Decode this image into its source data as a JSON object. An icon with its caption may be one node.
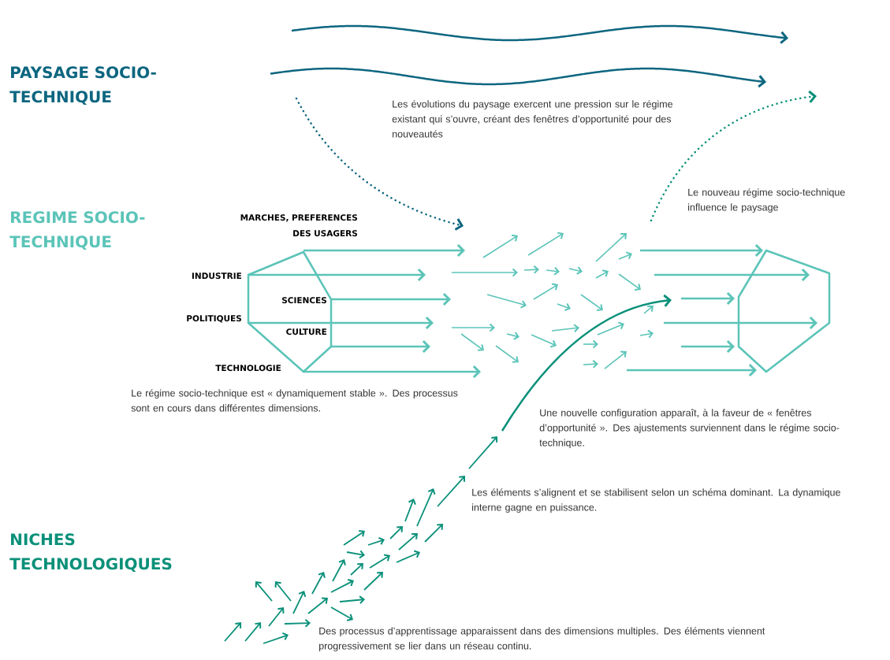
{
  "diagram": {
    "labels": [
      "PAYSAGE SOCIO-TECHNIQUE",
      "Les évolutions du paysage exercent une pression sur le régime existant qui s’ouvre, créant des fenêtres d’opportunité pour des nouveautés",
      "REGIME SOCIO-TECHNIQUE",
      "Le nouveau régime socio-technique influence le paysage",
      "MARCHES, PREFERENCES DES USAGERS",
      "INDUSTRIE",
      "SCIENCES",
      "POLITIQUES",
      "CULTURE",
      "TECHNOLOGIE",
      "Le régime socio-technique est « dynamiquement stable ». Des processus sont en cours dans différentes dimensions.",
      "Une nouvelle configuration apparaît, à la faveur de « fenêtres d’opportunité ». Des ajustements surviennent dans le régime socio-technique.",
      "Les éléments s’alignent et se stabilisent selon un schéma dominant. La dynamique interne gagne en puissance.",
      "NICHES TECHNOLOGIQUES",
      "Des processus d’apprentissage apparaissent dans des dimensions multiples. Des éléments viennent progressivement se lier dans un réseau continu."
    ]
  }
}
